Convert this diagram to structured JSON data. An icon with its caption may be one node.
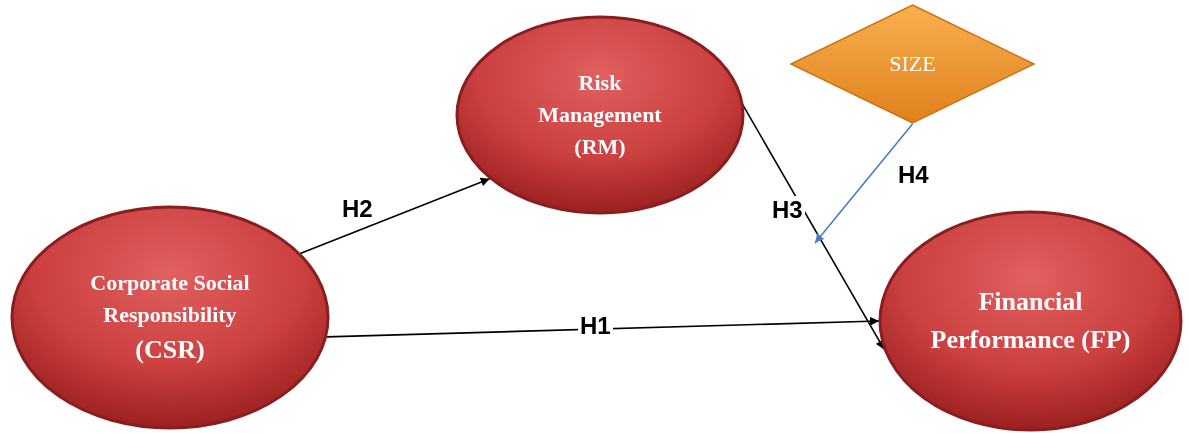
{
  "diagram": {
    "nodes": [
      {
        "text": [
          "Corporate Social Responsibility",
          "(CSR)"
        ]
      },
      {
        "text": [
          "Risk Management (RM)"
        ]
      },
      {
        "text": [
          "SIZE"
        ]
      },
      {
        "text": [
          "Financial Performance (FP)"
        ]
      }
    ],
    "edges": [
      {
        "from": 0,
        "to": 1,
        "arrow": "to",
        "label": "H2"
      },
      {
        "from": 0,
        "to": 3,
        "arrow": "to",
        "label": "H1"
      },
      {
        "from": 1,
        "to": 3,
        "arrow": "to",
        "label": "H3"
      },
      {
        "from": 2,
        "to": null,
        "arrow": "to",
        "label": "H4",
        "color": "#4a7ebb"
      }
    ]
  }
}
